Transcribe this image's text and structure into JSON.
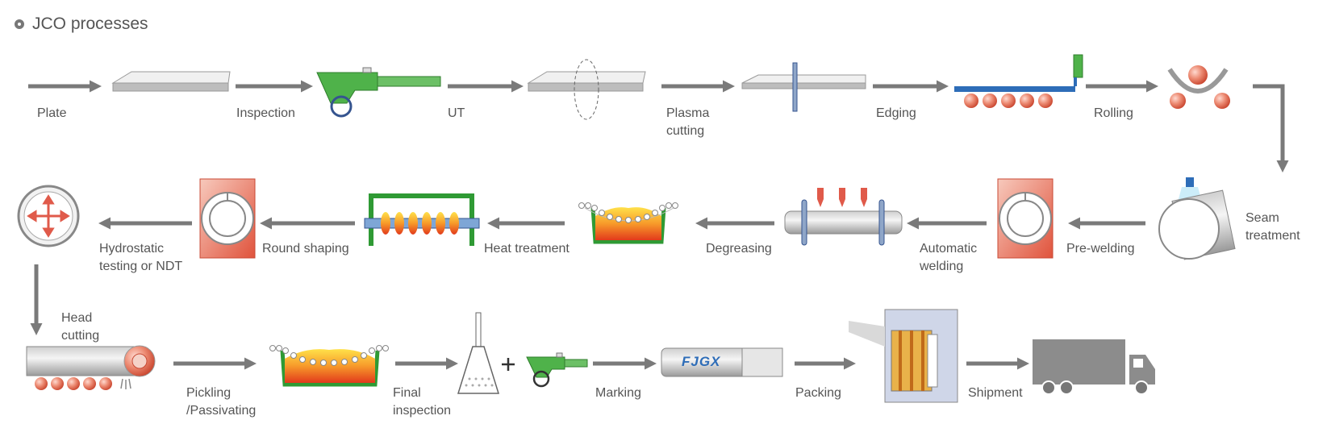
{
  "title": "JCO processes",
  "marking_text": "FJGX",
  "colors": {
    "arrow": "#7a7a7a",
    "accent_red": "#e05a4a",
    "green": "#3cae3a",
    "blue": "#2e6db8",
    "heat": "#f29a2e"
  },
  "steps": {
    "plate": "Plate",
    "inspection": "Inspection",
    "ut": "UT",
    "plasma_1": "Plasma",
    "plasma_2": "cutting",
    "edging": "Edging",
    "rolling": "Rolling",
    "seam_1": "Seam",
    "seam_2": "treatment",
    "prewelding": "Pre-welding",
    "autoweld_1": "Automatic",
    "autoweld_2": "welding",
    "degreasing": "Degreasing",
    "heat": "Heat treatment",
    "round": "Round shaping",
    "hydro_1": "Hydrostatic",
    "hydro_2": "testing or NDT",
    "head_1": "Head",
    "head_2": "cutting",
    "pickling_1": "Pickling",
    "pickling_2": "/Passivating",
    "final_1": "Final",
    "final_2": "inspection",
    "marking": "Marking",
    "packing": "Packing",
    "shipment": "Shipment"
  }
}
